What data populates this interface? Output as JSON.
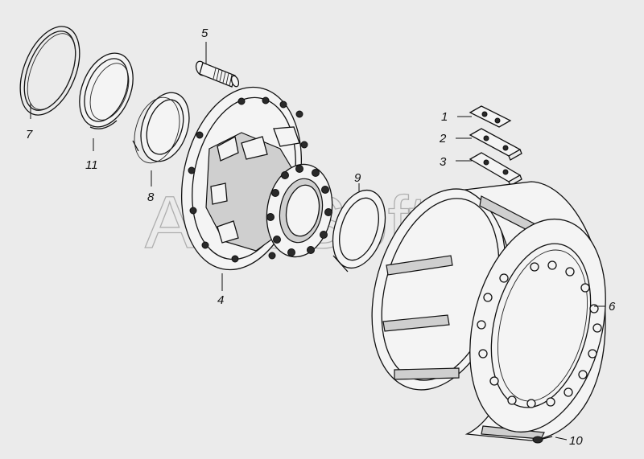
{
  "watermark": "AutoSoft",
  "callouts": [
    {
      "id": "1",
      "label": "1"
    },
    {
      "id": "2",
      "label": "2"
    },
    {
      "id": "3",
      "label": "3"
    },
    {
      "id": "4",
      "label": "4"
    },
    {
      "id": "5",
      "label": "5"
    },
    {
      "id": "6",
      "label": "6"
    },
    {
      "id": "7",
      "label": "7"
    },
    {
      "id": "8",
      "label": "8"
    },
    {
      "id": "9",
      "label": "9"
    },
    {
      "id": "10",
      "label": "10"
    },
    {
      "id": "11",
      "label": "11"
    }
  ]
}
